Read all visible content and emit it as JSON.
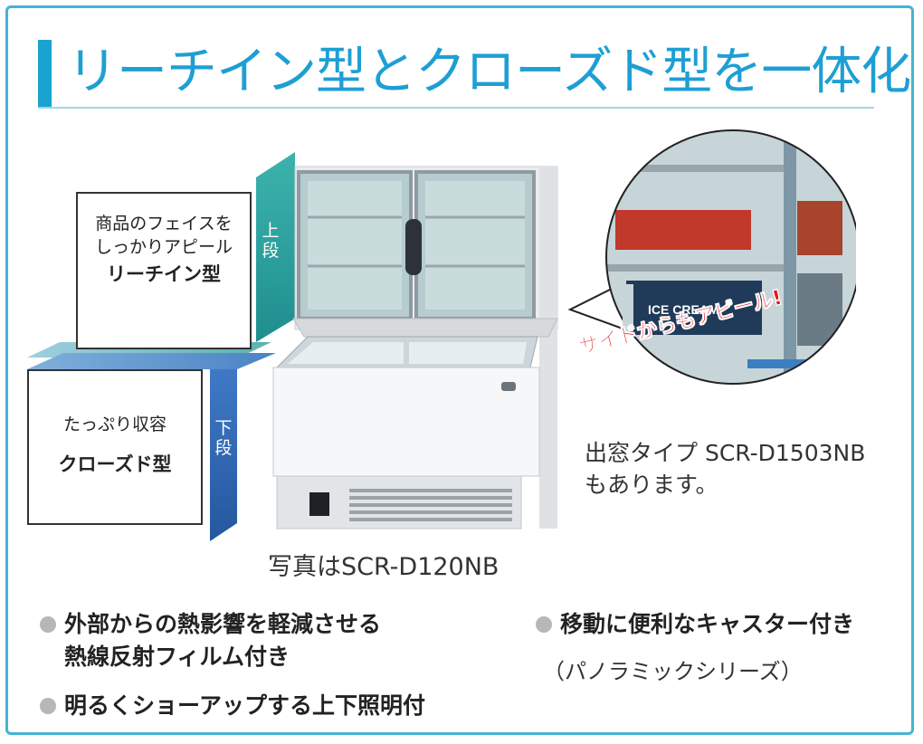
{
  "title": "リーチイン型とクローズド型を一体化",
  "upper_box": {
    "line1": "商品のフェイスを",
    "line2": "しっかりアピール",
    "type_name": "リーチイン型"
  },
  "lower_box": {
    "line1": "たっぷり収容",
    "type_name": "クローズド型"
  },
  "band_upper_label": [
    "上",
    "段"
  ],
  "band_lower_label": [
    "下",
    "段"
  ],
  "photo_caption": "写真はSCR-D120NB",
  "appeal_text": "サイドからもアピール!",
  "side_note": {
    "line1": "出窓タイプ SCR-D1503NB",
    "line2": "もあります。"
  },
  "features": [
    {
      "line1": "外部からの熱影響を軽減させる",
      "line2": "熱線反射フィルム付き"
    },
    {
      "line1": "明るくショーアップする上下照明付"
    },
    {
      "line1": "移動に便利なキャスター付き",
      "sub": "（パノラミックシリーズ）"
    }
  ],
  "inset_labels": {
    "ice_cream": "ICE CREAM"
  },
  "colors": {
    "accent": "#1e9fd4",
    "frame": "#45b3d6",
    "upper_band": "#2aa3a8",
    "lower_band": "#2e66b8",
    "appeal": "#e6141e",
    "bullet": "#b7b7b7"
  }
}
